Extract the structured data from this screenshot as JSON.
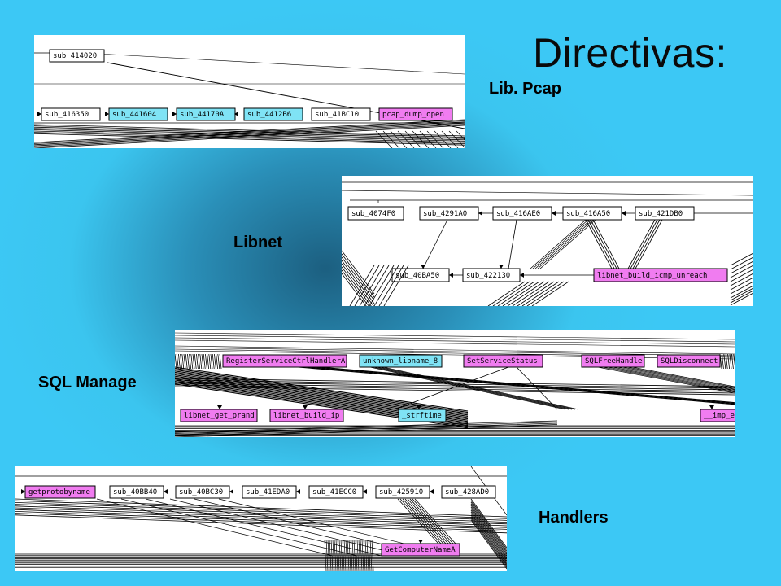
{
  "slide": {
    "title": "Directivas:",
    "labels": {
      "pcap": "Lib. Pcap",
      "libnet": "Libnet",
      "sql": "SQL Manage",
      "handlers": "Handlers"
    }
  },
  "colors": {
    "background": "#3cc8f5",
    "node_plain": "#ffffff",
    "node_cyan": "#7fe3f5",
    "node_magenta": "#f07cf0"
  },
  "panels": {
    "pcap": {
      "nodes": [
        {
          "label": "sub_414020",
          "color": "plain"
        },
        {
          "label": "sub_416350",
          "color": "plain"
        },
        {
          "label": "sub_441604",
          "color": "cyan"
        },
        {
          "label": "sub_44170A",
          "color": "cyan"
        },
        {
          "label": "sub_4412B6",
          "color": "cyan"
        },
        {
          "label": "sub_41BC10",
          "color": "plain"
        },
        {
          "label": "pcap_dump_open",
          "color": "magenta"
        }
      ]
    },
    "libnet": {
      "nodes": [
        {
          "label": "sub_4074F0",
          "color": "plain"
        },
        {
          "label": "sub_4291A0",
          "color": "plain"
        },
        {
          "label": "sub_416AE0",
          "color": "plain"
        },
        {
          "label": "sub_416A50",
          "color": "plain"
        },
        {
          "label": "sub_421DB0",
          "color": "plain"
        },
        {
          "label": "sub_40BA50",
          "color": "plain"
        },
        {
          "label": "sub_422130",
          "color": "plain"
        },
        {
          "label": "libnet_build_icmp_unreach",
          "color": "magenta"
        }
      ]
    },
    "sql": {
      "nodes": [
        {
          "label": "RegisterServiceCtrlHandlerA",
          "color": "magenta"
        },
        {
          "label": "unknown_libname_8",
          "color": "cyan"
        },
        {
          "label": "SetServiceStatus",
          "color": "magenta"
        },
        {
          "label": "SQLFreeHandle",
          "color": "magenta"
        },
        {
          "label": "SQLDisconnect",
          "color": "magenta"
        },
        {
          "label": "libnet_get_prand",
          "color": "magenta"
        },
        {
          "label": "libnet_build_ip",
          "color": "magenta"
        },
        {
          "label": "_strftime",
          "color": "cyan"
        },
        {
          "label": "__imp_e",
          "color": "magenta"
        }
      ]
    },
    "handlers": {
      "nodes": [
        {
          "label": "getprotobyname",
          "color": "magenta"
        },
        {
          "label": "sub_40BB40",
          "color": "plain"
        },
        {
          "label": "sub_40BC30",
          "color": "plain"
        },
        {
          "label": "sub_41EDA0",
          "color": "plain"
        },
        {
          "label": "sub_41ECC0",
          "color": "plain"
        },
        {
          "label": "sub_425910",
          "color": "plain"
        },
        {
          "label": "sub_428AD0",
          "color": "plain"
        },
        {
          "label": "GetComputerNameA",
          "color": "magenta"
        }
      ]
    }
  }
}
